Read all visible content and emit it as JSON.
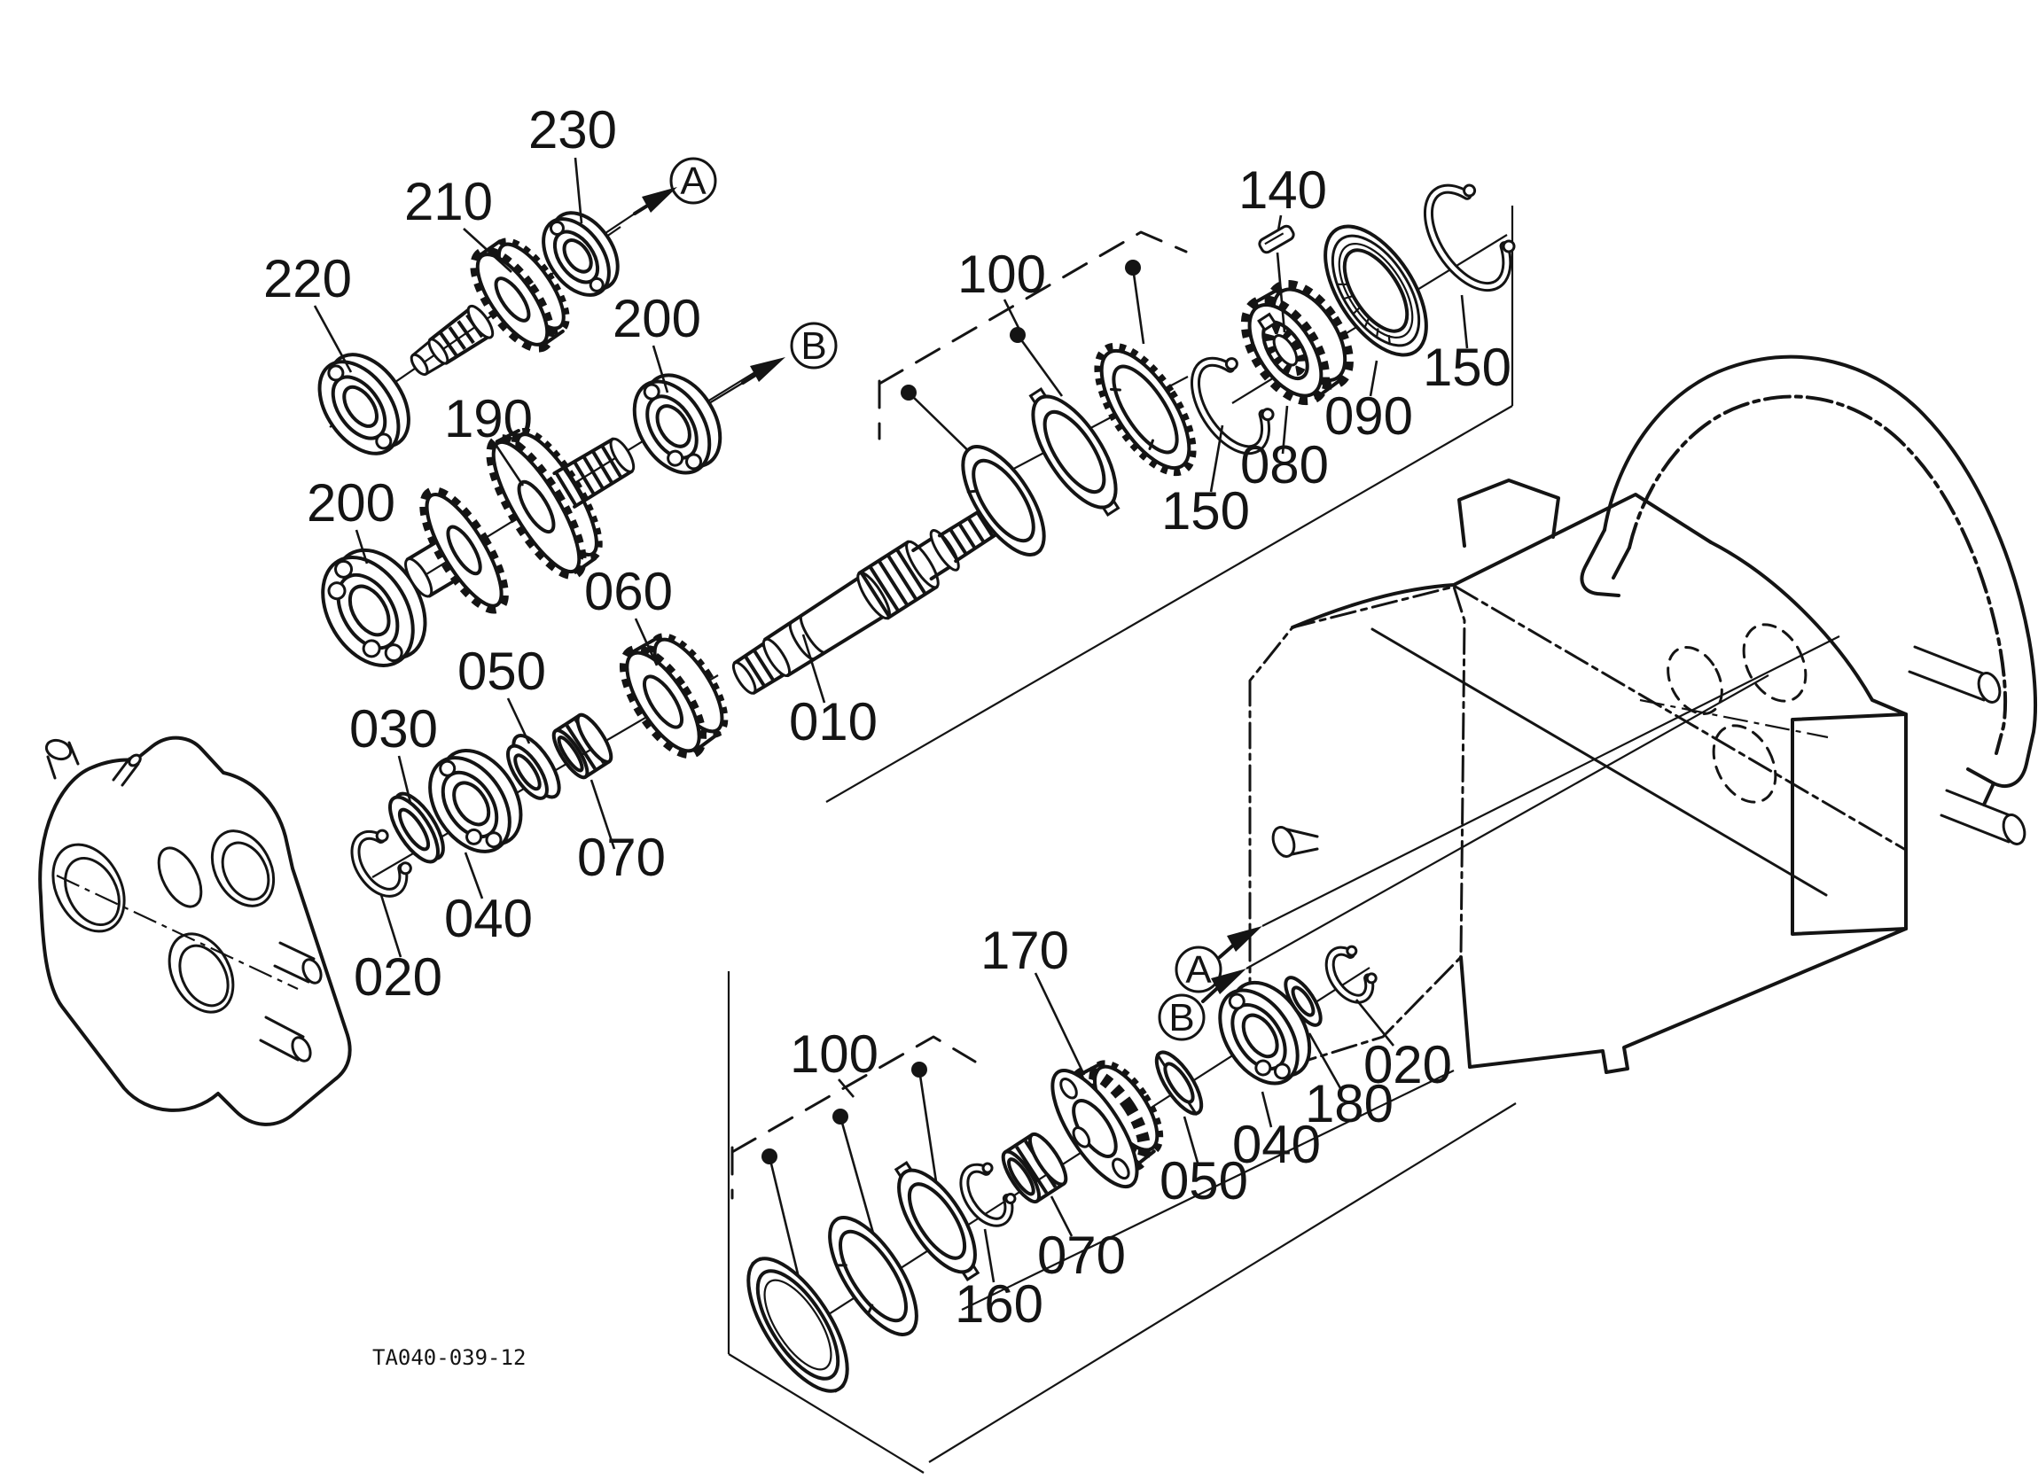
{
  "drawing": {
    "code": "TA040-039-12",
    "line_color": "#141414",
    "background": "#ffffff"
  },
  "view_markers": {
    "a": "A",
    "b": "B"
  },
  "callouts": {
    "shaft_010": "010",
    "snap_ring_020_upper": "020",
    "snap_ring_020_lower": "020",
    "washer_030": "030",
    "bearing_040_upper": "040",
    "bearing_040_lower": "040",
    "washer_050_upper": "050",
    "washer_050_lower": "050",
    "gear_060": "060",
    "needle_bearing_070_upper": "070",
    "needle_bearing_070_lower": "070",
    "hub_080": "080",
    "ring_090": "090",
    "synchro_group_100_upper": "100",
    "synchro_group_100_lower": "100",
    "key_140": "140",
    "snap_ring_150_left": "150",
    "snap_ring_150_right": "150",
    "snap_ring_160": "160",
    "gear_170": "170",
    "washer_180": "180",
    "gear_190": "190",
    "bearing_200_left": "200",
    "bearing_200_top": "200",
    "gear_210": "210",
    "bearing_220": "220",
    "bearing_230": "230"
  }
}
